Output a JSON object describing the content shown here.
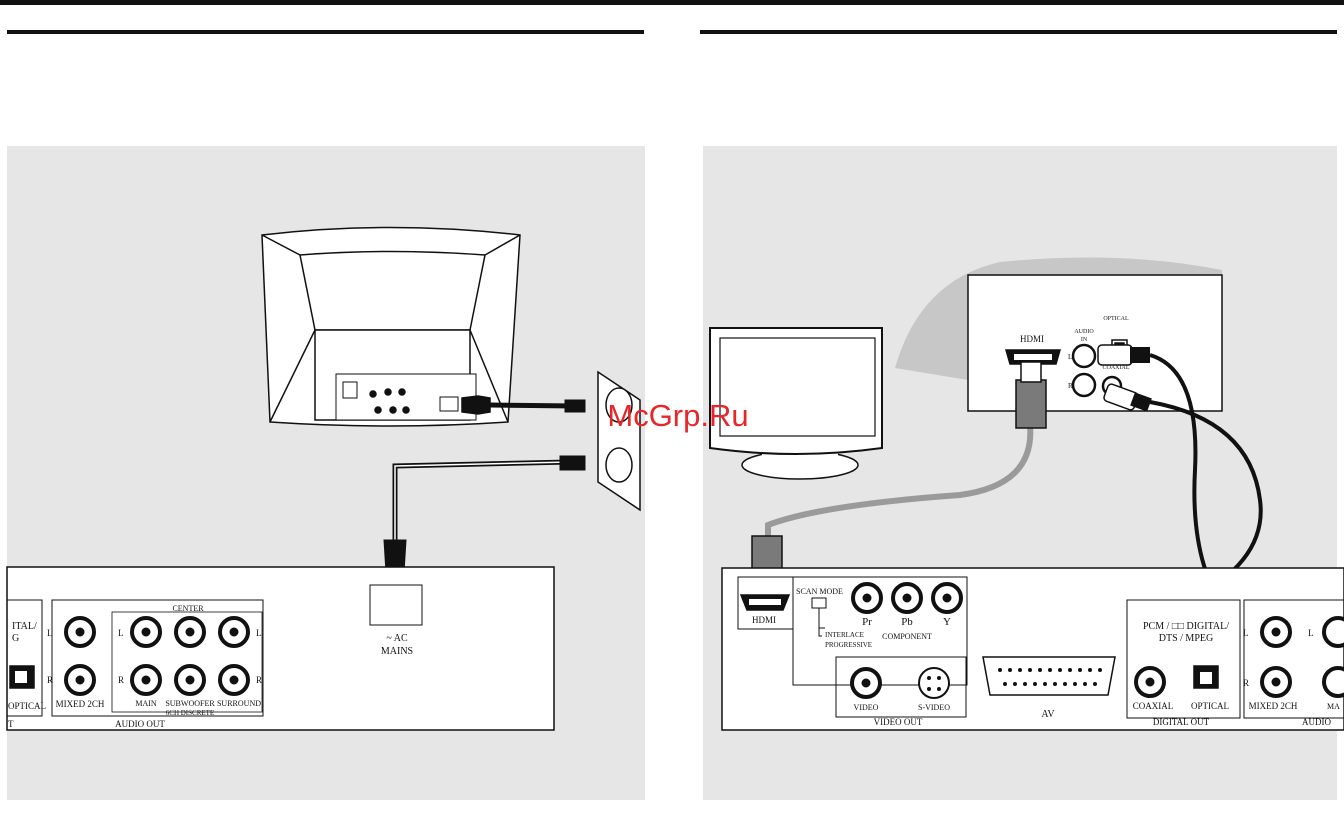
{
  "watermark": "McGrp.Ru",
  "left_panel": {
    "mains_label_line1": "~ AC",
    "mains_label_line2": "MAINS",
    "audio_out_title": "AUDIO OUT",
    "center_label": "CENTER",
    "mixed_2ch_label": "MIXED 2CH",
    "main_label": "MAIN",
    "subwoofer_label_line1": "SUBWOOFER",
    "subwoofer_label_line2": "6CH DISCRETE",
    "surround_label": "SURROUND",
    "optical_label": "OPTICAL",
    "digital_partial_line1": "ITAL/",
    "digital_partial_line2": "G",
    "digital_out_partial": "T",
    "channel_l": "L",
    "channel_r": "R"
  },
  "right_panel": {
    "tv_inset": {
      "hdmi_label": "HDMI",
      "audio_in_line1": "AUDIO",
      "audio_in_line2": "IN",
      "optical_label": "OPTICAL",
      "coaxial_label": "COAXIAL",
      "channel_l": "L",
      "channel_r": "R"
    },
    "player": {
      "hdmi_label": "HDMI",
      "scan_mode_label": "SCAN MODE",
      "interlace_label": "INTERLACE",
      "progressive_label": "PROGRESSIVE",
      "pr_label": "Pr",
      "pb_label": "Pb",
      "y_label": "Y",
      "component_label": "COMPONENT",
      "video_label": "VIDEO",
      "svideo_label": "S-VIDEO",
      "video_out_label": "VIDEO OUT",
      "av_label": "AV",
      "digital_line1": "PCM / □□ DIGITAL/",
      "digital_line2": "DTS / MPEG",
      "coaxial_label": "COAXIAL",
      "optical_label": "OPTICAL",
      "digital_out_label": "DIGITAL OUT",
      "mixed_2ch_label": "MIXED 2CH",
      "audio_partial": "AUDIO",
      "main_partial": "MA",
      "channel_l": "L",
      "channel_r": "R"
    }
  }
}
